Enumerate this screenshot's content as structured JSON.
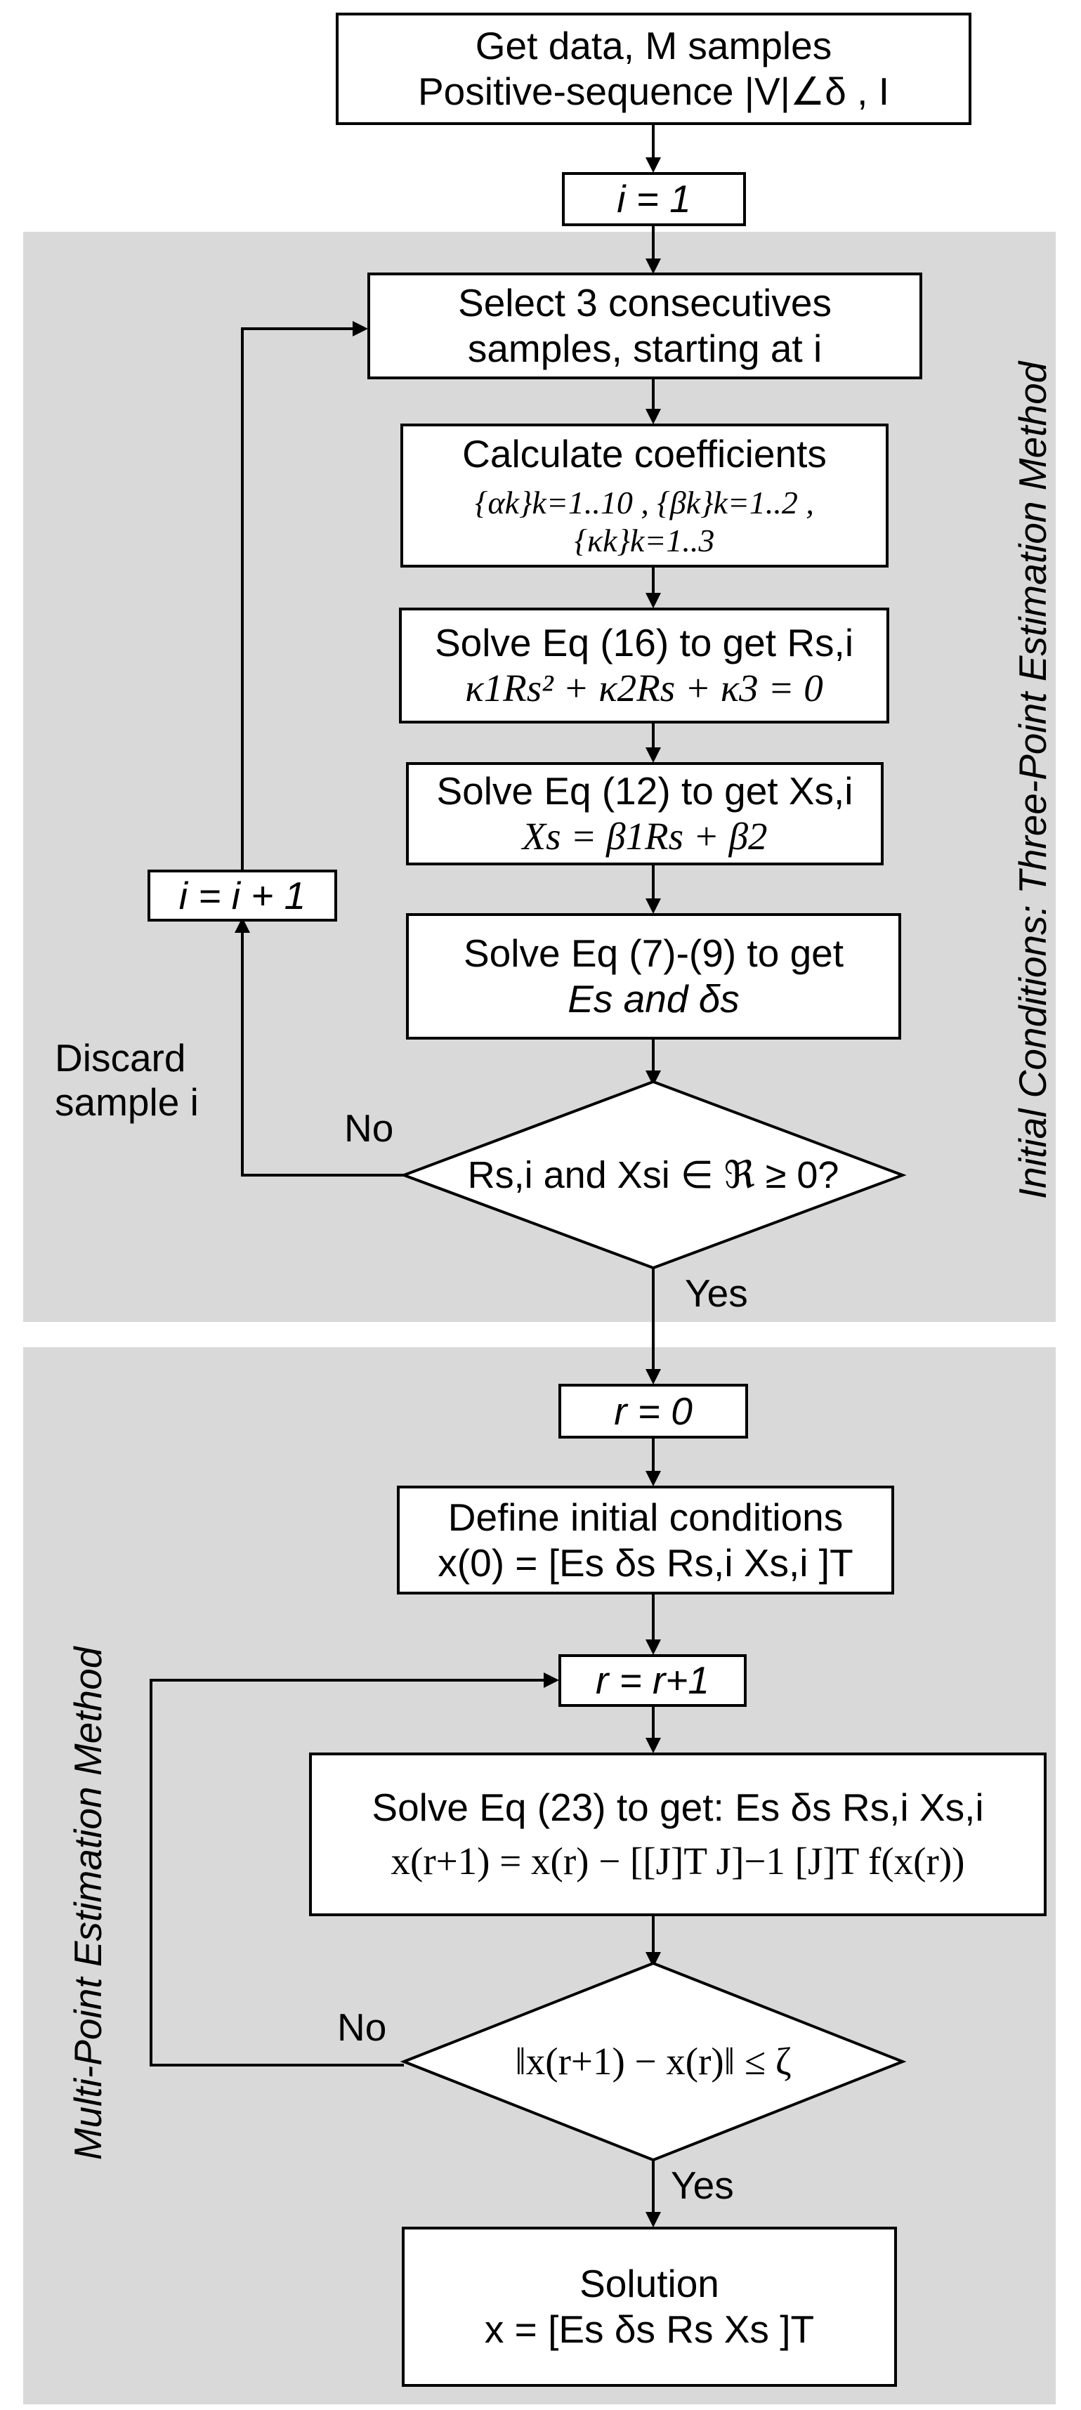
{
  "section_top": {
    "label": "Initial Conditions: Three-Point Estimation Method"
  },
  "section_bottom": {
    "label": "Multi-Point Estimation Method"
  },
  "get_data": {
    "line1": "Get data, M samples",
    "line2": "Positive-sequence |V|∠δ , I"
  },
  "init_i": {
    "text": "i = 1"
  },
  "select": {
    "line1": "Select 3 consecutives",
    "line2": "samples, starting at i"
  },
  "coeff": {
    "line1": "Calculate coefficients",
    "formula": "{αk}k=1..10 , {βk}k=1..2 , {κk}k=1..3"
  },
  "solve16": {
    "line1": "Solve Eq (16) to get Rs,i",
    "formula": "κ1Rs² + κ2Rs + κ3 = 0"
  },
  "solve12": {
    "line1": "Solve Eq (12) to get Xs,i",
    "formula": "Xs = β1Rs + β2"
  },
  "solve79": {
    "line1": "Solve Eq (7)-(9) to get",
    "line2": "Es and δs"
  },
  "inc_i": {
    "text": "i = i + 1"
  },
  "discard": {
    "line1": "Discard",
    "line2": "sample i"
  },
  "decision1": {
    "text": "Rs,i and Xsi ∈ ℜ ≥ 0?",
    "no": "No",
    "yes": "Yes"
  },
  "init_r": {
    "text": "r = 0"
  },
  "define": {
    "line1": "Define initial conditions",
    "line2": "x(0) = [Es δs Rs,i Xs,i ]T"
  },
  "inc_r": {
    "text": "r = r+1"
  },
  "solve23": {
    "line1": "Solve Eq (23) to get: Es δs Rs,i Xs,i",
    "formula": "x(r+1) = x(r) − [[J]T J]−1 [J]T f(x(r))"
  },
  "decision2": {
    "text": "‖x(r+1) − x(r)‖ ≤ ζ",
    "no": "No",
    "yes": "Yes"
  },
  "solution": {
    "line1": "Solution",
    "line2": "x = [Es δs Rs Xs ]T"
  }
}
